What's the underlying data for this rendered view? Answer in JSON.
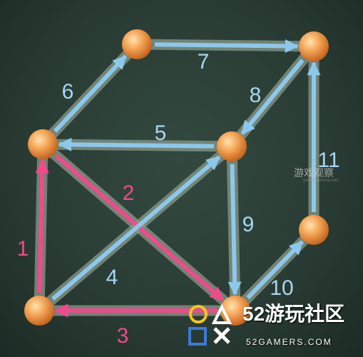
{
  "colors": {
    "path_blue": "#8cc8ec",
    "path_pink": "#f04a8c",
    "edge_shadow": "#8a9b8a",
    "node": "#f0a050",
    "label_blue": "#a8d6f2",
    "label_pink": "#f04a8c"
  },
  "edges": [
    {
      "step": "1",
      "from": "A",
      "to": "B",
      "color": "pink"
    },
    {
      "step": "2",
      "from": "B",
      "to": "C",
      "color": "pink"
    },
    {
      "step": "3",
      "from": "C",
      "to": "A",
      "color": "pink"
    },
    {
      "step": "4",
      "from": "A",
      "to": "D",
      "color": "blue"
    },
    {
      "step": "5",
      "from": "D",
      "to": "B",
      "color": "blue"
    },
    {
      "step": "6",
      "from": "B",
      "to": "E",
      "color": "blue"
    },
    {
      "step": "7",
      "from": "E",
      "to": "F",
      "color": "blue"
    },
    {
      "step": "8",
      "from": "F",
      "to": "D",
      "color": "blue"
    },
    {
      "step": "9",
      "from": "D",
      "to": "C",
      "color": "blue"
    },
    {
      "step": "10",
      "from": "C",
      "to": "G",
      "color": "blue"
    },
    {
      "step": "11",
      "from": "G",
      "to": "F",
      "color": "blue"
    }
  ],
  "watermarks": {
    "mid": "游戏观察",
    "mid_sub": "youxiguancha.com",
    "logo_title": "52游玩社区",
    "logo_sub": "52GAMERS.COM"
  }
}
